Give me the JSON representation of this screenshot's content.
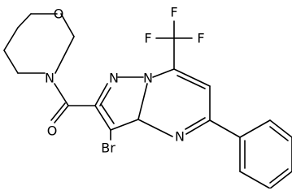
{
  "molecule": {
    "atoms": {
      "morpholine_o": "O",
      "morpholine_n": "N",
      "carbonyl_o": "O",
      "pyrazole_n1": "N",
      "bridge_n": "N",
      "pyrimidine_n": "N",
      "bromine": "Br",
      "f1": "F",
      "f2": "F",
      "f3": "F"
    }
  }
}
